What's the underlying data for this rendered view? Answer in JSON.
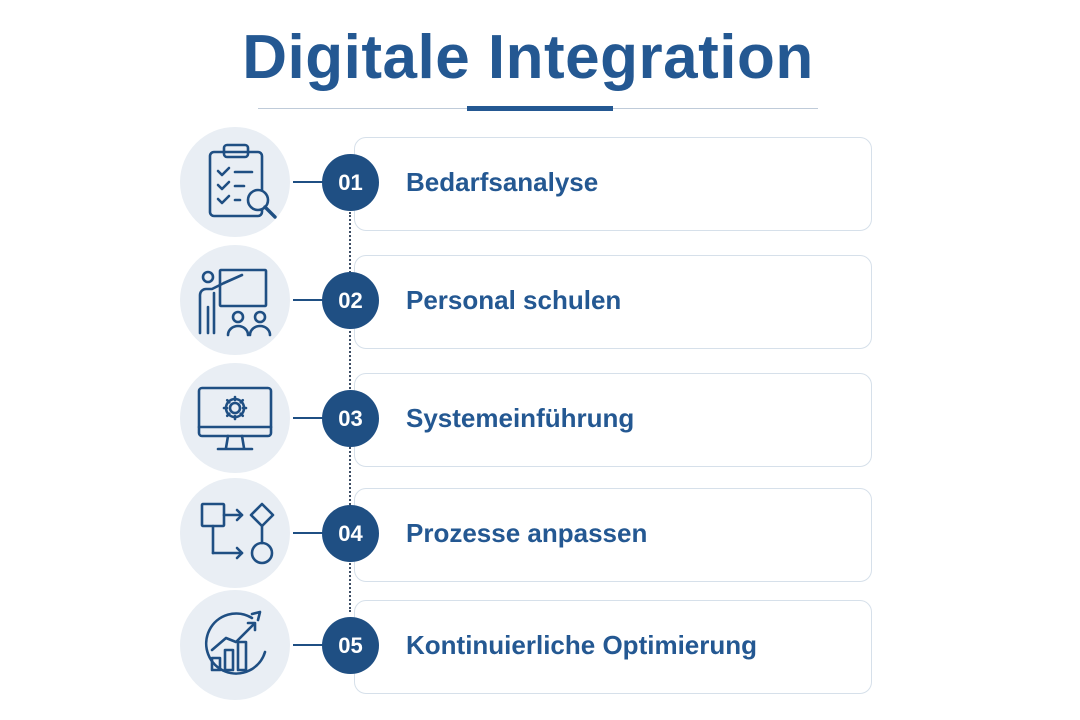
{
  "title": "Digitale Integration",
  "colors": {
    "primary": "#1f4f83",
    "title": "#245892",
    "icon_background": "#e9eef4",
    "card_border": "#d6e0ea"
  },
  "steps": [
    {
      "number": "01",
      "label": "Bedarfsanalyse",
      "icon": "clipboard-search-icon"
    },
    {
      "number": "02",
      "label": "Personal schulen",
      "icon": "presentation-training-icon"
    },
    {
      "number": "03",
      "label": "Systemeinführung",
      "icon": "monitor-gear-icon"
    },
    {
      "number": "04",
      "label": "Prozesse anpassen",
      "icon": "process-flowchart-icon"
    },
    {
      "number": "05",
      "label": "Kontinuierliche Optimierung",
      "icon": "growth-chart-cycle-icon"
    }
  ]
}
